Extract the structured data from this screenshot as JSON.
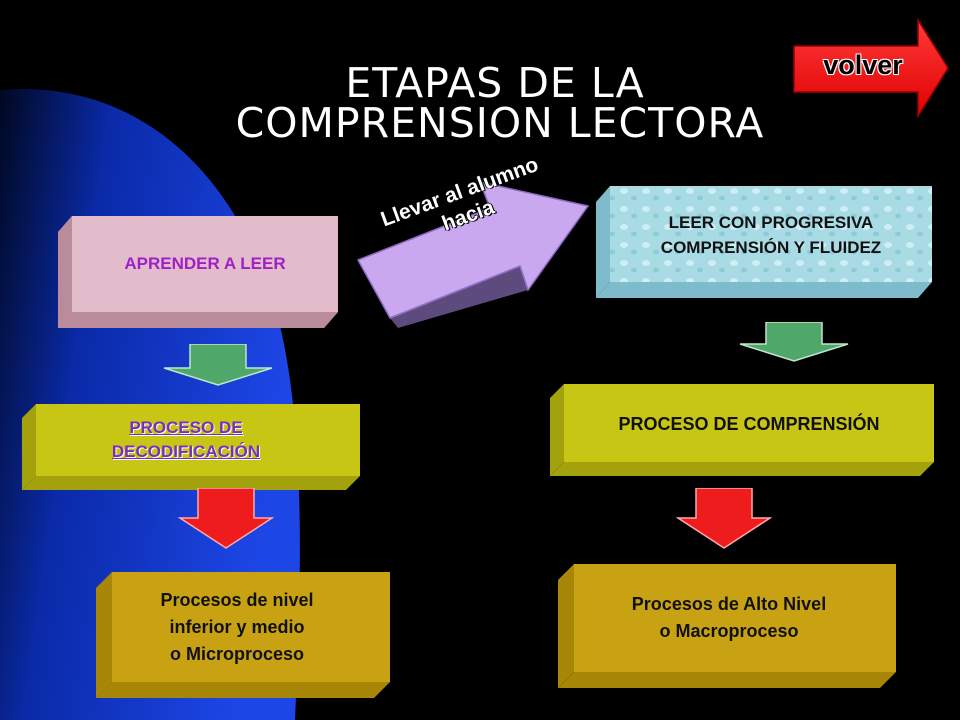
{
  "title_line1": "ETAPAS DE LA",
  "title_line2": "COMPRENSION LECTORA",
  "volver_label": "volver",
  "arrow_label_line1": "Llevar al alumno",
  "arrow_label_line2": "hacia",
  "left_column": {
    "box1": "APRENDER A LEER",
    "box2_line1": "PROCESO DE",
    "box2_line2": "DECODIFICACIÓN",
    "box3_line1": "Procesos de nivel",
    "box3_line2": "inferior y medio",
    "box3_line3": "o Microproceso"
  },
  "right_column": {
    "box1_line1": "LEER CON PROGRESIVA",
    "box1_line2": "COMPRENSIÓN Y FLUIDEZ",
    "box2": "PROCESO DE COMPRENSIÓN",
    "box3_line1": "Procesos de Alto Nivel",
    "box3_line2": "o Macroproceso"
  },
  "colors": {
    "background": "#000000",
    "blue_shape": "#1a3fd6",
    "pink_box": "#e0b6c4",
    "aqua_box": "#a9dbe4",
    "lime_box": "#c7c614",
    "gold_box": "#c9a214",
    "purple_arrow": "#c9a8f0",
    "green_arrow": "#4fa86a",
    "red_arrow": "#ee1c1c",
    "magenta_text": "#a020c8",
    "volver_red": "#ff1a1a"
  }
}
